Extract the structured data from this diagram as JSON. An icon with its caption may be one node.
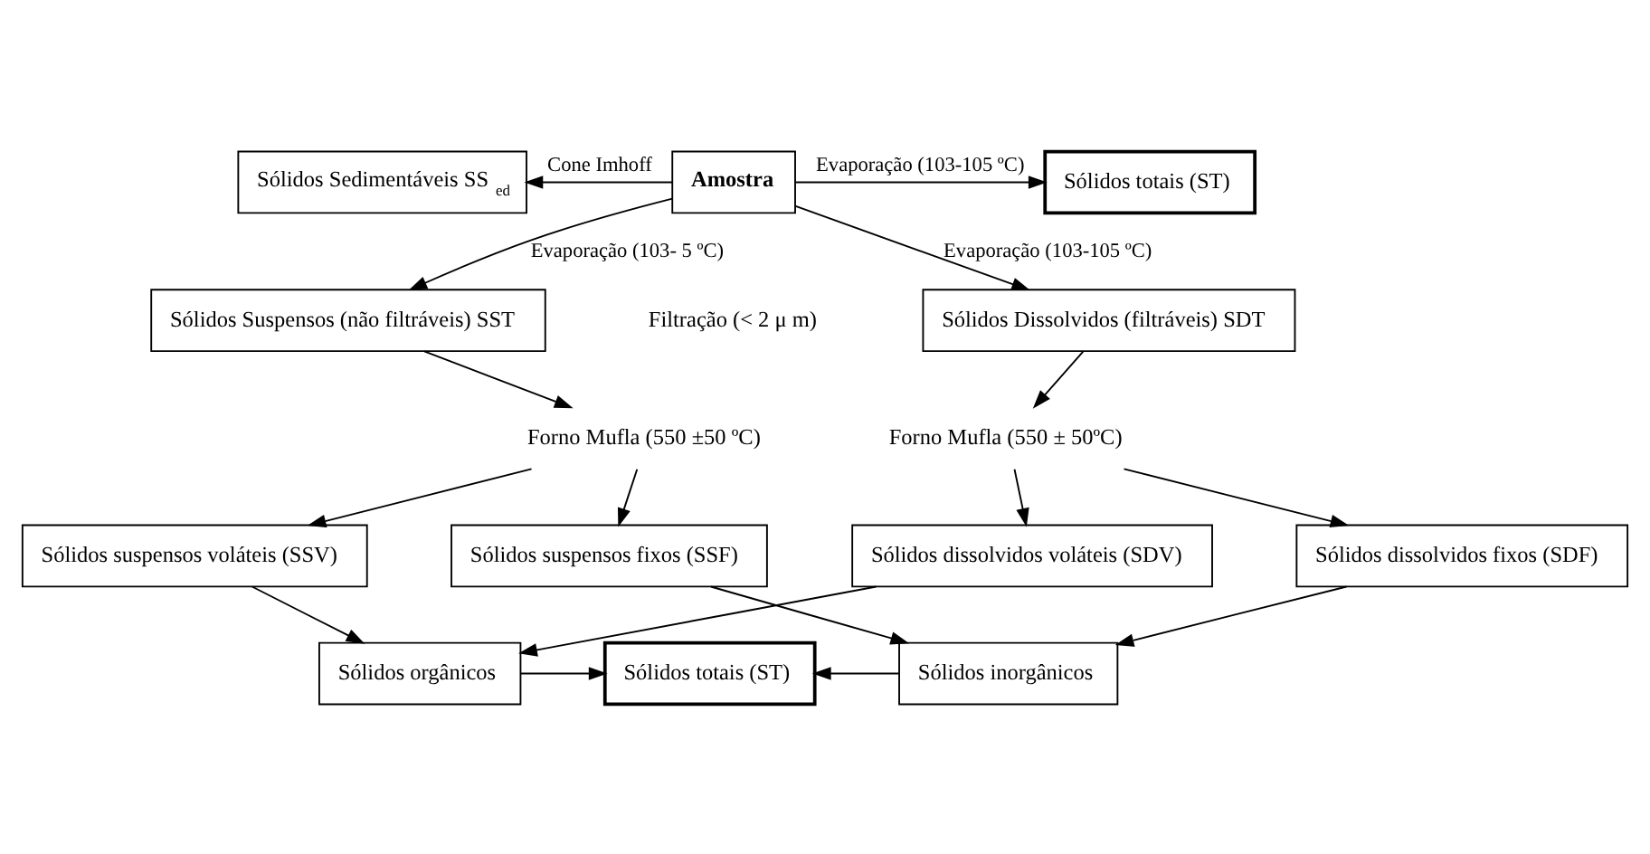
{
  "diagram": {
    "nodes": [
      {
        "text": [
          "Amostra"
        ]
      },
      {
        "text": [
          "Sólidos Sedimentáveis SS$_{ed}$"
        ]
      },
      {
        "text": [
          "Sólidos totais (ST)"
        ]
      },
      {
        "text": [
          "Sólidos Suspensos (não filtráveis) SST"
        ]
      },
      {
        "text": [
          "Sólidos Dissolvidos (filtráveis) SDT"
        ]
      },
      {
        "text": [
          "Forno Mufla (550 ±50 ºC)"
        ]
      },
      {
        "text": [
          "Forno Mufla (550 ± 50ºC)"
        ]
      },
      {
        "text": [
          "Sólidos suspensos voláteis (SSV)"
        ]
      },
      {
        "text": [
          "Sólidos suspensos fixos (SSF)"
        ]
      },
      {
        "text": [
          "Sólidos dissolvidos voláteis (SDV)"
        ]
      },
      {
        "text": [
          "Sólidos dissolvidos fixos (SDF)"
        ]
      },
      {
        "text": [
          "Sólidos orgânicos"
        ]
      },
      {
        "text": [
          "Sólidos totais (ST)"
        ]
      },
      {
        "text": [
          "Sólidos inorgânicos"
        ]
      }
    ],
    "edges": [
      {
        "from": 0,
        "to": 1,
        "arrow": "to",
        "label": "Cone Imhoff"
      },
      {
        "from": 0,
        "to": 2,
        "arrow": "to",
        "label": "Evaporação (103-105 ºC)"
      },
      {
        "from": 0,
        "to": 3,
        "arrow": "to",
        "label": "Evaporação (103- 5 ºC)"
      },
      {
        "from": 0,
        "to": 4,
        "arrow": "to",
        "label": "Evaporação (103-105 ºC)"
      },
      {
        "from": 3,
        "to": 5,
        "arrow": "to"
      },
      {
        "from": 4,
        "to": 6,
        "arrow": "to"
      },
      {
        "from": 5,
        "to": 7,
        "arrow": "to"
      },
      {
        "from": 5,
        "to": 8,
        "arrow": "to"
      },
      {
        "from": 6,
        "to": 9,
        "arrow": "to"
      },
      {
        "from": 6,
        "to": 10,
        "arrow": "to"
      },
      {
        "from": 7,
        "to": 11,
        "arrow": "to"
      },
      {
        "from": 9,
        "to": 11,
        "arrow": "to"
      },
      {
        "from": 8,
        "to": 13,
        "arrow": "to"
      },
      {
        "from": 10,
        "to": 13,
        "arrow": "to"
      },
      {
        "from": 11,
        "to": 12,
        "arrow": "to"
      },
      {
        "from": 13,
        "to": 12,
        "arrow": "to"
      }
    ],
    "labels": [
      "Filtração (< 2 μ m)"
    ]
  }
}
